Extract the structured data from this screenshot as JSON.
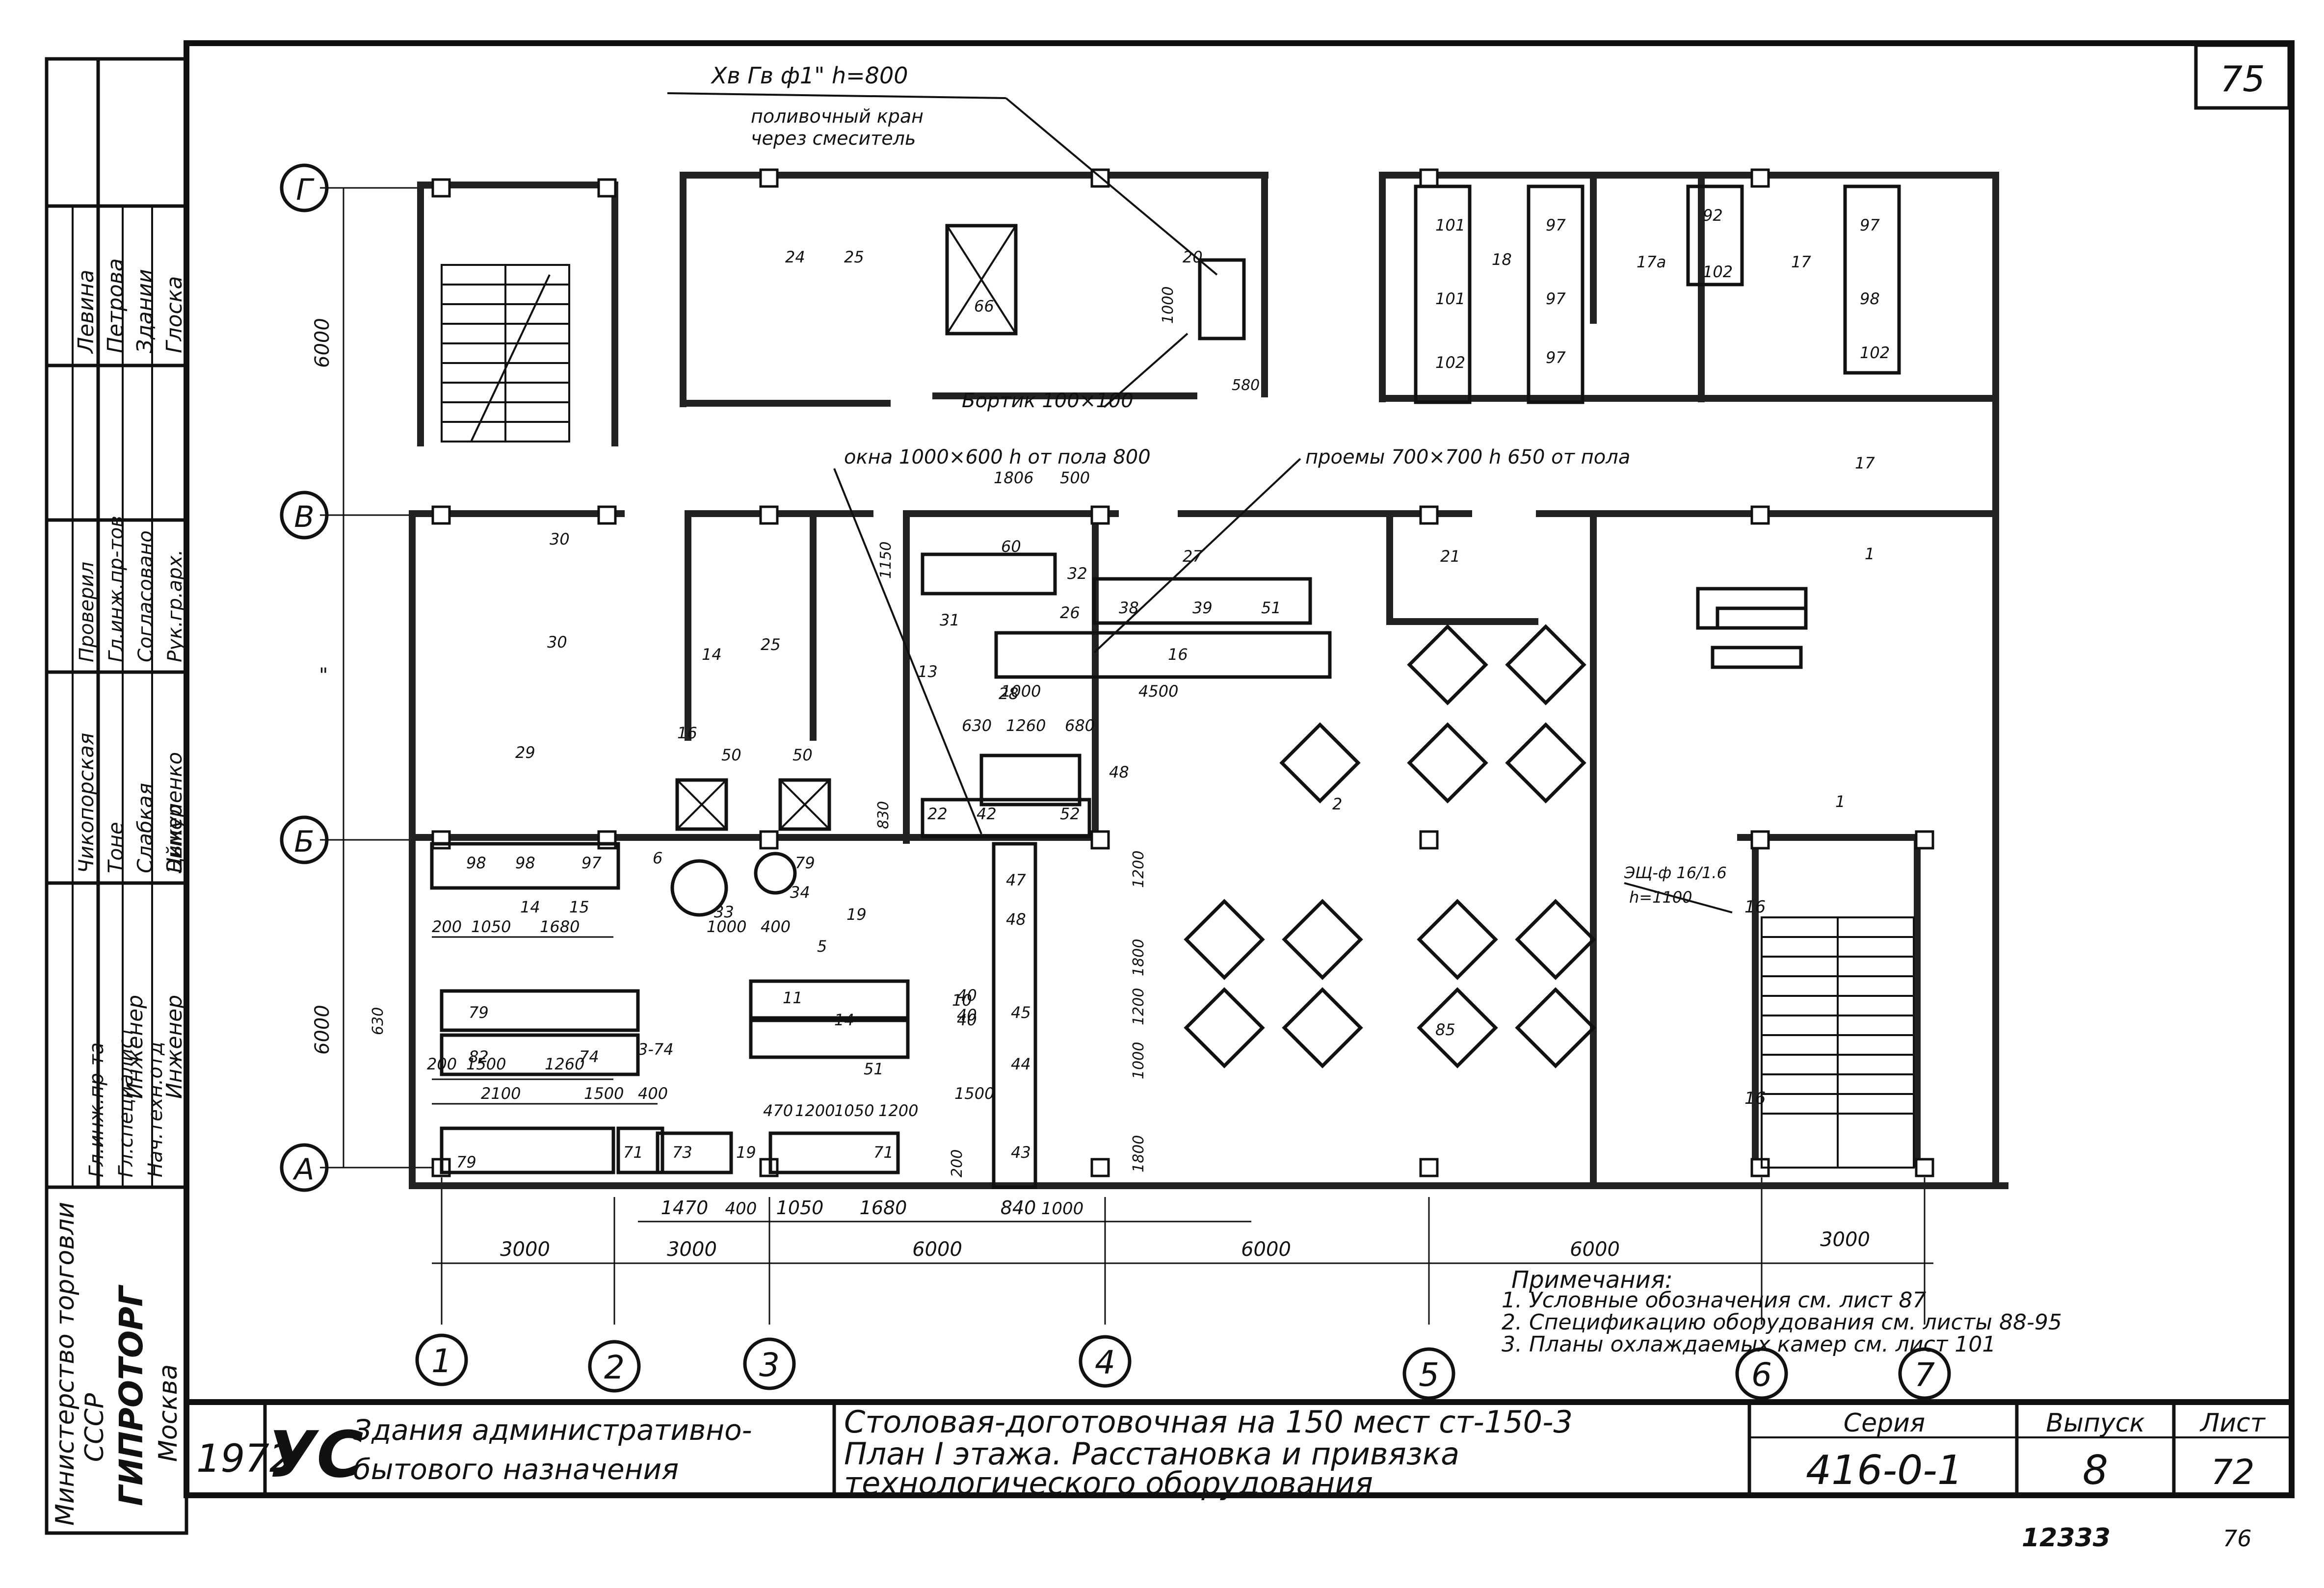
{
  "page_number_top": "75",
  "plumbing": {
    "pipe_label": "Хв Гв ф1\" h=800",
    "faucet_line1": "поливочный кран",
    "faucet_line2": "через смеситель",
    "curb": "Бортик 100×100",
    "dim_1000": "1000",
    "dim_580": "580"
  },
  "notes_openings": {
    "windows": "окна 1000×600 h от пола 800",
    "passages": "проемы 700×700 h 650 от пола",
    "hatch_dims": [
      "1806",
      "500",
      "1000"
    ],
    "hatch_side": "1150"
  },
  "axes": {
    "columns": [
      "1",
      "2",
      "3",
      "4",
      "5",
      "6",
      "7"
    ],
    "rows": [
      "Г",
      "В",
      "Б",
      "А"
    ]
  },
  "dimensions": {
    "bottom_total": [
      "3000",
      "3000",
      "6000",
      "6000",
      "6000",
      "3000"
    ],
    "bottom_detail": [
      "1470",
      "400",
      "1050",
      "1680",
      "840",
      "1000"
    ],
    "left_spans": [
      "6000",
      "6000"
    ],
    "left_ditto": "\"",
    "kitchen_row1": [
      "200",
      "1050",
      "1680"
    ],
    "kitchen_row2": [
      "200",
      "1500",
      "1260"
    ],
    "kitchen_row3": [
      "2100",
      "1500",
      "400"
    ],
    "kitchen_row4": [
      "1000",
      "400"
    ],
    "kitchen_630": "630",
    "center_row": [
      "630",
      "1260",
      "680"
    ],
    "center_4500": "4500",
    "center_1000": "1000",
    "dish_row": [
      "470",
      "1200",
      "1050",
      "1200"
    ],
    "vertical_right": [
      "1200",
      "1800",
      "1200",
      "1000",
      "1800"
    ],
    "vertical_mid": [
      "40",
      "40",
      "1500",
      "200"
    ],
    "dist_830": "830",
    "dist_1150b": "1150"
  },
  "equipment_labels": [
    "24",
    "25",
    "20",
    "66",
    "101",
    "101",
    "102",
    "18",
    "97",
    "97",
    "97",
    "92",
    "102",
    "17a",
    "17",
    "97",
    "98",
    "102",
    "17",
    "1",
    "1",
    "30",
    "29",
    "30",
    "25",
    "14",
    "16",
    "50",
    "50",
    "60",
    "32",
    "31",
    "26",
    "38",
    "39",
    "51",
    "16",
    "13",
    "28",
    "27",
    "21",
    "22",
    "42",
    "52",
    "48",
    "98",
    "98",
    "97",
    "6",
    "33",
    "34",
    "79",
    "14",
    "15",
    "79",
    "82",
    "74",
    "3-74",
    "5",
    "19",
    "71",
    "73",
    "19",
    "71",
    "79",
    "11",
    "14",
    "51",
    "47",
    "48",
    "45",
    "44",
    "43",
    "10",
    "40",
    "2",
    "85"
  ],
  "markings": {
    "electrical": "ЭЩ-ф 16/1.6",
    "electrical_h": "h=1100",
    "stair_num_a": "16",
    "stair_num_b": "16"
  },
  "notes": {
    "heading": "Примечания:",
    "items": [
      "1. Условные обозначения см. лист 87",
      "2. Спецификацию оборудования см. листы 88-95",
      "3. Планы охлаждаемых камер см. лист 101"
    ]
  },
  "left_stamp": {
    "org": [
      "Министерство торговли",
      "СССР",
      "ГИПРОТОРГ",
      "Москва"
    ],
    "roles": [
      "Нач.техн.отд",
      "Гл.специалист",
      "Гл.инж.пр-та",
      "Инженер",
      "Инженер"
    ],
    "names": [
      "Чикопорская",
      "Тоне",
      "Слабкая",
      "Эймер",
      "Цыкуленко"
    ],
    "roles2": [
      "Проверил",
      "Гл.инж.пр-тов",
      "Согласовано",
      "Рук.гр.арх."
    ],
    "names2": [
      "Левина",
      "Петрова",
      "Здании",
      "Глоска"
    ]
  },
  "title_block": {
    "year": "1972",
    "logo": "УС",
    "category_line1": "Здания административно-",
    "category_line2": "бытового назначения",
    "project_line1": "Столовая-доготовочная на 150 мест  ст-150-3",
    "project_line2": "План I этажа. Расстановка и привязка",
    "project_line3": "технологического оборудования",
    "series_label": "Серия",
    "series_value": "416-0-1",
    "issue_label": "Выпуск",
    "issue_value": "8",
    "sheet_label": "Лист",
    "sheet_value": "72"
  },
  "footer": {
    "order_number": "12333",
    "page_number": "76"
  }
}
